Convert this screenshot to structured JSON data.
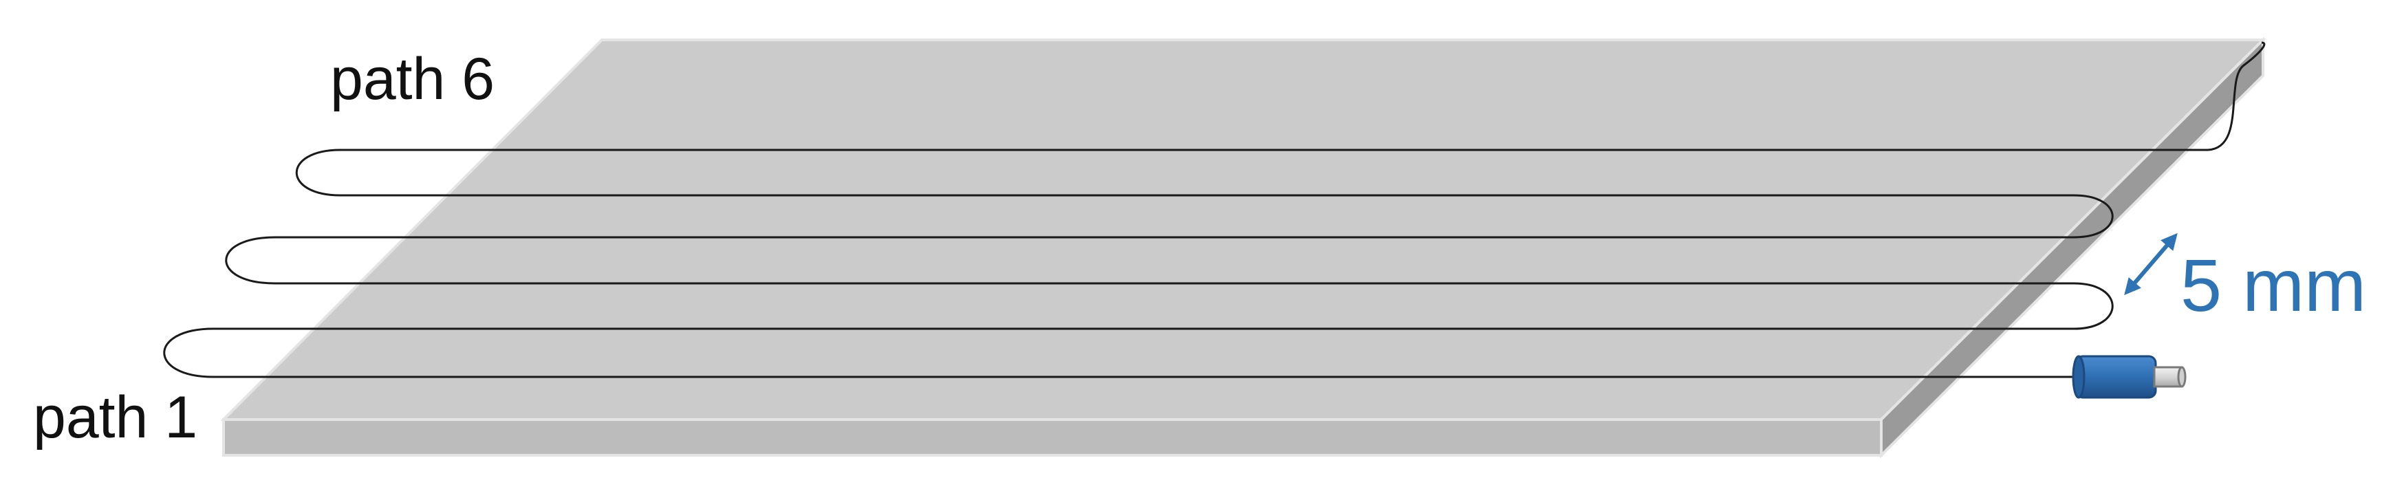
{
  "labels": {
    "path_top": "path 6",
    "path_bottom": "path 1",
    "spacing": "5 mm"
  },
  "colors": {
    "plate_top": "#cbcbcb",
    "plate_front": "#bcbcbc",
    "plate_side": "#9a9a9a",
    "plate_edge": "#e4e4e4",
    "fiber": "#1a1a1a",
    "connector": "#2f6fb3",
    "dimension": "#2e74b5"
  },
  "icons": {
    "connector": "fiber-connector-icon",
    "arrow": "double-arrow-icon"
  }
}
